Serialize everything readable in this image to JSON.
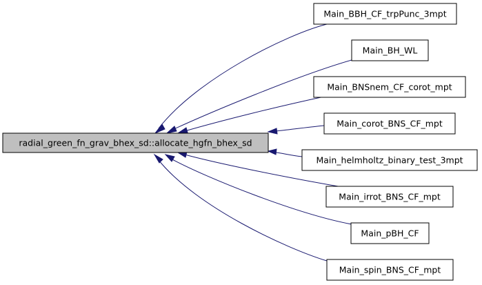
{
  "diagram": {
    "root": {
      "id": "root",
      "label": "radial_green_fn_grav_bhex_sd::allocate_hgfn_bhex_sd"
    },
    "callers": [
      {
        "id": "c1",
        "label": "Main_BBH_CF_trpPunc_3mpt"
      },
      {
        "id": "c2",
        "label": "Main_BH_WL"
      },
      {
        "id": "c3",
        "label": "Main_BNSnem_CF_corot_mpt"
      },
      {
        "id": "c4",
        "label": "Main_corot_BNS_CF_mpt"
      },
      {
        "id": "c5",
        "label": "Main_helmholtz_binary_test_3mpt"
      },
      {
        "id": "c6",
        "label": "Main_irrot_BNS_CF_mpt"
      },
      {
        "id": "c7",
        "label": "Main_pBH_CF"
      },
      {
        "id": "c8",
        "label": "Main_spin_BNS_CF_mpt"
      }
    ],
    "edges": [
      {
        "from": "c1",
        "to": "root"
      },
      {
        "from": "c2",
        "to": "root"
      },
      {
        "from": "c3",
        "to": "root"
      },
      {
        "from": "c4",
        "to": "root"
      },
      {
        "from": "c5",
        "to": "root"
      },
      {
        "from": "c6",
        "to": "root"
      },
      {
        "from": "c7",
        "to": "root"
      },
      {
        "from": "c8",
        "to": "root"
      }
    ],
    "colors": {
      "edge": "#191970",
      "root_fill": "#bfbfbf",
      "node_fill": "#ffffff",
      "border": "#000000"
    }
  }
}
